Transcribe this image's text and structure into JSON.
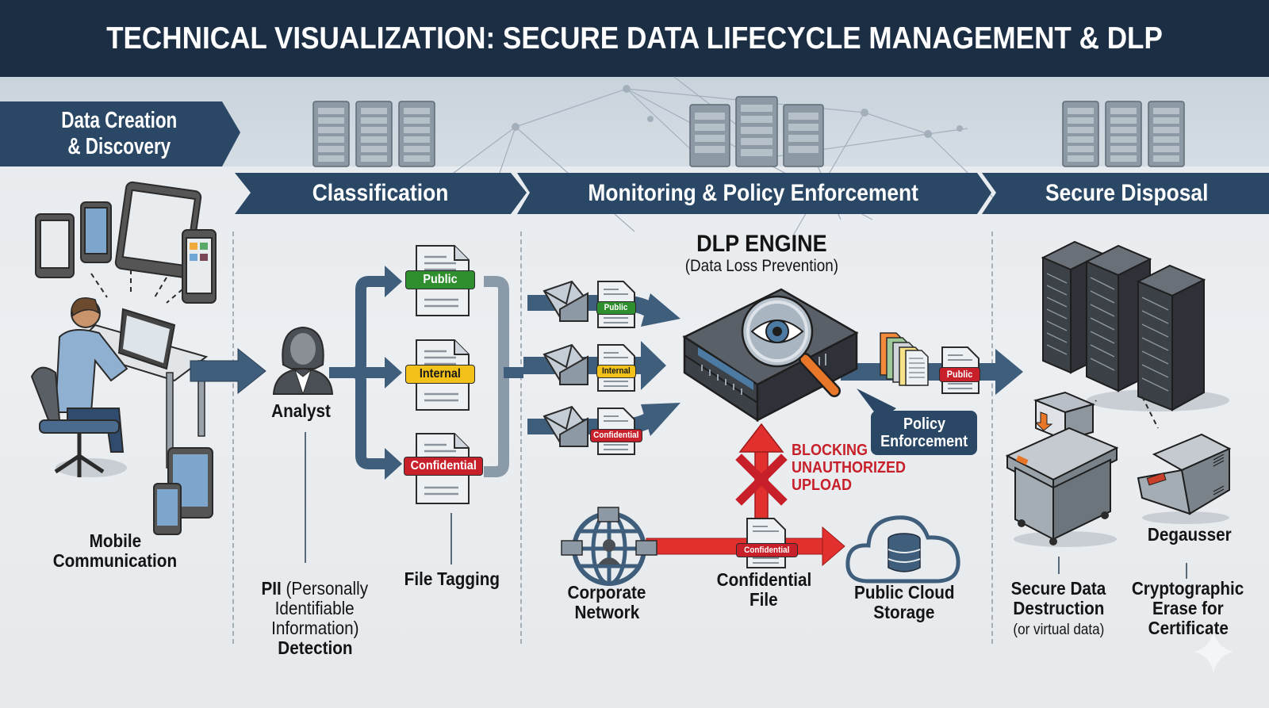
{
  "header": {
    "title": "TECHNICAL VISUALIZATION: SECURE DATA LIFECYCLE MANAGEMENT & DLP"
  },
  "colors": {
    "header_bg": "#1c2e44",
    "stage_bg": "#2a4865",
    "arrow_blue": "#3f5e7c",
    "public_green": "#2f8f2f",
    "internal_yellow": "#f2c21a",
    "confidential_red": "#c8202a",
    "block_red": "#e2302e",
    "magnifier_orange": "#e8772a"
  },
  "stages": [
    {
      "label_line1": "Data Creation",
      "label_line2": "& Discovery"
    },
    {
      "label": "Classification"
    },
    {
      "label": "Monitoring & Policy Enforcement"
    },
    {
      "label": "Secure Disposal"
    }
  ],
  "creation": {
    "mobile_label_line1": "Mobile",
    "mobile_label_line2": "Communication"
  },
  "classification": {
    "analyst_label": "Analyst",
    "tags": {
      "public": "Public",
      "internal": "Internal",
      "confidential": "Confidential"
    },
    "pii_line1_bold": "PII",
    "pii_line1_rest": " (Personally",
    "pii_line2": "Identifiable",
    "pii_line3": "Information)",
    "pii_line4": "Detection",
    "file_tagging": "File Tagging"
  },
  "monitoring": {
    "engine_title": "DLP ENGINE",
    "engine_subtitle": "(Data Loss Prevention)",
    "flow_tags": {
      "public": "Public",
      "internal": "Internal",
      "confidential": "Confidential"
    },
    "output_tag": "Public",
    "policy_line1": "Policy",
    "policy_line2": "Enforcement",
    "blocking_line1": "BLOCKING",
    "blocking_line2": "UNAUTHORIZED",
    "blocking_line3": "UPLOAD",
    "upload_tag": "Confidential",
    "corporate_line1": "Corporate",
    "corporate_line2": "Network",
    "confidential_line1": "Confidential",
    "confidential_line2": "File",
    "cloud_line1": "Public Cloud",
    "cloud_line2": "Storage"
  },
  "disposal": {
    "degausser": "Degausser",
    "destruction_line1": "Secure Data",
    "destruction_line2": "Destruction",
    "destruction_line3": "(or virtual data)",
    "crypto_line1": "Cryptographic",
    "crypto_line2": "Erase for",
    "crypto_line3": "Certificate"
  }
}
